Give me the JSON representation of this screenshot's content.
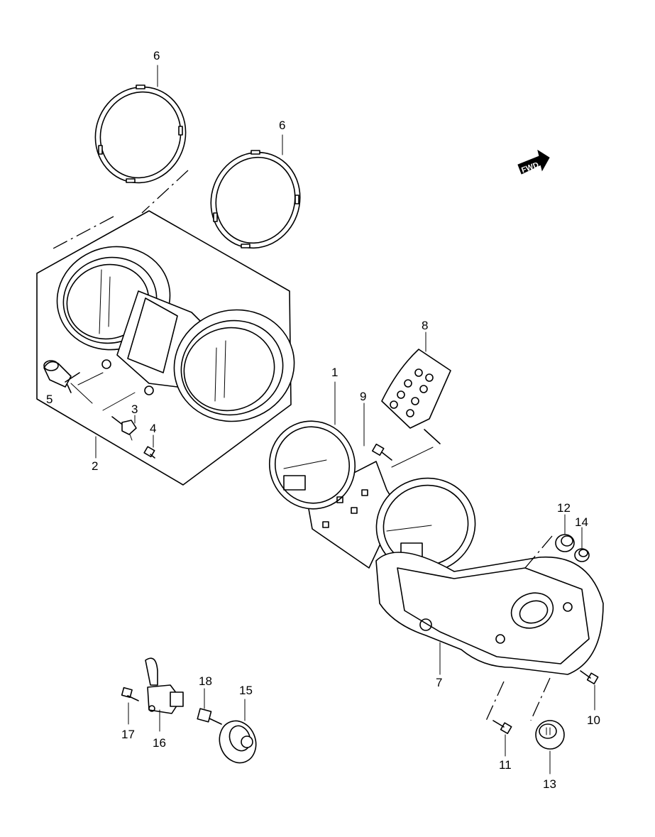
{
  "callouts": [
    {
      "id": "1",
      "text": "1"
    },
    {
      "id": "2",
      "text": "2"
    },
    {
      "id": "3",
      "text": "3"
    },
    {
      "id": "4",
      "text": "4"
    },
    {
      "id": "5",
      "text": "5"
    },
    {
      "id": "6a",
      "text": "6"
    },
    {
      "id": "6b",
      "text": "6"
    },
    {
      "id": "7",
      "text": "7"
    },
    {
      "id": "8",
      "text": "8"
    },
    {
      "id": "9",
      "text": "9"
    },
    {
      "id": "10",
      "text": "10"
    },
    {
      "id": "11",
      "text": "11"
    },
    {
      "id": "12",
      "text": "12"
    },
    {
      "id": "13",
      "text": "13"
    },
    {
      "id": "14",
      "text": "14"
    },
    {
      "id": "15",
      "text": "15"
    },
    {
      "id": "16",
      "text": "16"
    },
    {
      "id": "17",
      "text": "17"
    },
    {
      "id": "18",
      "text": "18"
    }
  ],
  "direction_badge": {
    "text": "FWD",
    "icon": "forward-arrow-icon"
  },
  "colors": {
    "line": "#000000",
    "background": "#ffffff"
  }
}
